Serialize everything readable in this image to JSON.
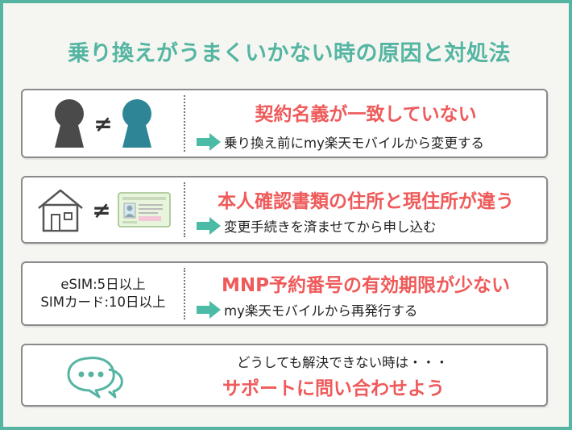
{
  "title": "乗り換えがうまくいかない時の原因と対処法",
  "colors": {
    "accent": "#55b5a2",
    "heading_red": "#ef5a5a",
    "arrow": "#4bbba5",
    "keyhole_dark": "#4a4a4a",
    "keyhole_teal": "#2e8595"
  },
  "cards": [
    {
      "icon_left": "keyhole-dark-icon",
      "icon_symbol": "≠",
      "icon_right": "keyhole-teal-icon",
      "heading": "契約名義が一致していない",
      "action": "乗り換え前にmy楽天モバイルから変更する"
    },
    {
      "icon_left": "house-icon",
      "icon_symbol": "≠",
      "icon_right": "id-card-icon",
      "heading": "本人確認書類の住所と現住所が違う",
      "action": "変更手続きを済ませてから申し込む"
    },
    {
      "left_line1": "eSIM:5日以上",
      "left_line2": "SIMカード:10日以上",
      "heading": "MNP予約番号の有効期限が少ない",
      "action": "my楽天モバイルから再発行する"
    },
    {
      "icon_left": "chat-bubbles-icon",
      "sub": "どうしても解決できない時は・・・",
      "main": "サポートに問い合わせよう"
    }
  ]
}
